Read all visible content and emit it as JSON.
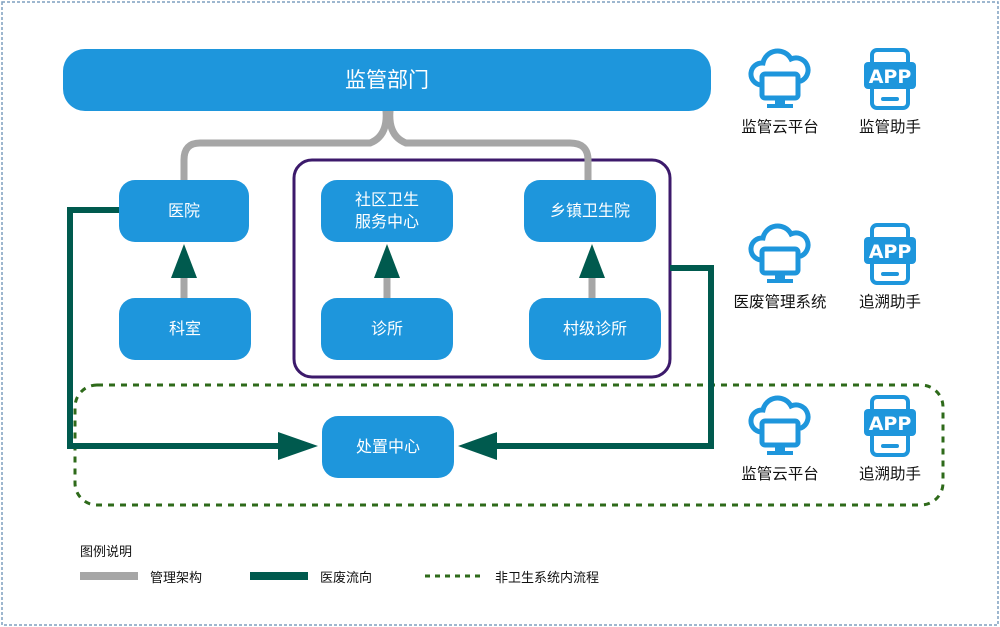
{
  "nodes": {
    "supervision": "监管部门",
    "hospital": "医院",
    "community_center": "社区卫生\n服务中心",
    "township_hospital": "乡镇卫生院",
    "department": "科室",
    "clinic": "诊所",
    "village_clinic": "村级诊所",
    "disposal_center": "处置中心"
  },
  "icons": [
    {
      "label": "监管云平台",
      "icon": "cloud-monitor-icon"
    },
    {
      "label": "监管助手",
      "icon": "app-phone-icon"
    },
    {
      "label": "医废管理系统",
      "icon": "cloud-monitor-icon"
    },
    {
      "label": "追溯助手",
      "icon": "app-phone-icon"
    },
    {
      "label": "监管云平台",
      "icon": "cloud-monitor-icon"
    },
    {
      "label": "追溯助手",
      "icon": "app-phone-icon"
    }
  ],
  "app_text": "APP",
  "legend": {
    "title": "图例说明",
    "items": [
      {
        "label": "管理架构",
        "color": "#a6a6a6",
        "style": "solid-gray"
      },
      {
        "label": "医废流向",
        "color": "#005a4e",
        "style": "solid-green"
      },
      {
        "label": "非卫生系统内流程",
        "color": "#2e6a1a",
        "style": "dashed-green"
      }
    ]
  },
  "colors": {
    "node": "#1e96dc",
    "management": "#a6a6a6",
    "waste_flow": "#005a4e",
    "group_border": "#3c1a6b",
    "dashed_border": "#2e6a1a"
  }
}
